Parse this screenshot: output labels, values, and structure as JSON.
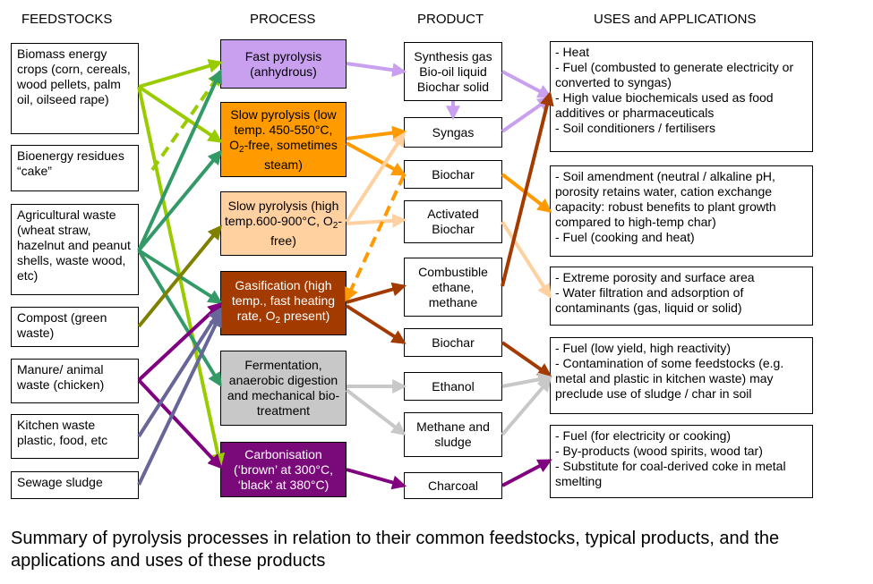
{
  "headers": {
    "feedstocks": "FEEDSTOCKS",
    "process": "PROCESS",
    "product": "PRODUCT",
    "uses": "USES and APPLICATIONS"
  },
  "feedstocks": [
    {
      "label": "Biomass energy crops (corn, cereals, wood pellets, palm oil, oilseed rape)"
    },
    {
      "label": "Bioenergy residues “cake”"
    },
    {
      "label": "Agricultural waste (wheat straw, hazelnut and peanut shells, waste wood, etc)"
    },
    {
      "label": "Compost (green waste)"
    },
    {
      "label": "Manure/ animal waste (chicken)"
    },
    {
      "label": "Kitchen waste plastic, food, etc"
    },
    {
      "label": "Sewage sludge"
    }
  ],
  "processes": [
    {
      "label": "Fast pyrolysis (anhydrous)",
      "color": "#c9a0f0",
      "text": "#000000"
    },
    {
      "label_a": "Slow pyrolysis (low temp. 450-550°C, O",
      "sub": "2",
      "label_b": "-free, sometimes steam)",
      "color": "#ff9a00",
      "text": "#000000"
    },
    {
      "label_a": "Slow pyrolysis (high temp.600-900°C, O",
      "sub": "2",
      "label_b": "-free)",
      "color": "#ffd0a0",
      "text": "#000000"
    },
    {
      "label_a": "Gasification (high temp., fast heating rate, O",
      "sub": "2",
      "label_b": " present)",
      "color": "#a33a00",
      "text": "#ffffff"
    },
    {
      "label": "Fermentation, anaerobic digestion and mechanical bio-treatment",
      "color": "#c8c8c8",
      "text": "#000000"
    },
    {
      "label": "Carbonisation (‘brown’ at 300°C, ‘black’ at 380°C)",
      "color": "#7a0a7a",
      "text": "#ffffff"
    }
  ],
  "products": [
    {
      "label": "Synthesis gas Bio-oil liquid Biochar solid"
    },
    {
      "label": "Syngas"
    },
    {
      "label": "Biochar"
    },
    {
      "label": "Activated Biochar"
    },
    {
      "label": "Combustible ethane, methane"
    },
    {
      "label": "Biochar"
    },
    {
      "label": "Ethanol"
    },
    {
      "label": "Methane and sludge"
    },
    {
      "label": "Charcoal"
    }
  ],
  "uses": [
    {
      "lines": [
        "- Heat",
        "- Fuel (combusted to generate electricity or converted to syngas)",
        "- High value biochemicals used as food additives or pharmaceuticals",
        "- Soil conditioners / fertilisers"
      ]
    },
    {
      "lines": [
        "- Soil amendment (neutral / alkaline pH, porosity retains water, cation exchange capacity: robust benefits to plant growth compared to high-temp char)",
        "-  Fuel (cooking and heat)"
      ]
    },
    {
      "lines": [
        "- Extreme porosity and surface area",
        "- Water filtration and adsorption of contaminants (gas, liquid or solid)"
      ]
    },
    {
      "lines": [
        "- Fuel (low yield, high reactivity)",
        "- Contamination of some feedstocks (e.g. metal and plastic in kitchen waste) may preclude use of sludge / char in soil"
      ]
    },
    {
      "lines": [
        "- Fuel (for electricity or cooking)",
        "- By-products (wood spirits, wood tar)",
        "- Substitute for coal-derived coke in metal smelting"
      ]
    }
  ],
  "caption": "Summary of pyrolysis processes in relation to their common feedstocks, typical products, and the applications and uses of these products",
  "arrow_colors": {
    "lightgreen": "#99cc00",
    "green": "#339966",
    "olive": "#808000",
    "purple": "#800080",
    "slate": "#666699",
    "lilac": "#c9a0f0",
    "orange": "#ff9a00",
    "peach": "#ffd0a0",
    "brown": "#a33a00",
    "grey": "#c8c8c8"
  }
}
